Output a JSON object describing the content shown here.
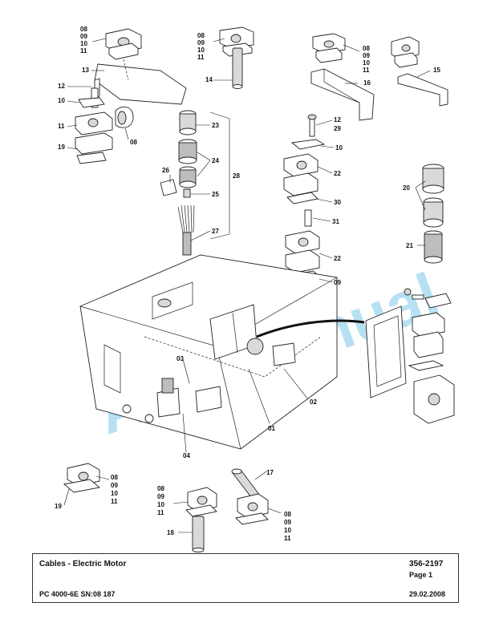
{
  "footer": {
    "title": "Cables - Electric Motor",
    "doc_number": "356-2197",
    "page": "Page 1",
    "model": "PC 4000-6E SN:08 187",
    "date": "29.02.2008"
  },
  "watermark": "AutoManual",
  "callouts": {
    "tl_08": "08",
    "tl_09": "09",
    "tl_10": "10",
    "tl_11": "11",
    "tc_08": "08",
    "tc_09": "09",
    "tc_10": "10",
    "tc_11": "11",
    "tr1_08": "08",
    "tr1_09": "09",
    "tr1_10": "10",
    "tr1_11": "11",
    "p13": "13",
    "p14": "14",
    "p16": "16",
    "p15": "15",
    "p12a": "12",
    "p10a": "10",
    "p11a": "11",
    "p08a": "08",
    "p19a": "19",
    "p23": "23",
    "p24": "24",
    "p26": "26",
    "p28": "28",
    "p25": "25",
    "p27": "27",
    "p12b": "12",
    "p29": "29",
    "p10b": "10",
    "p22a": "22",
    "p30": "30",
    "p31": "31",
    "p22b": "22",
    "p09": "09",
    "p20": "20",
    "p21": "21",
    "p03": "03",
    "p02": "02",
    "p01": "01",
    "p04": "04",
    "bl_08": "08",
    "bl_09": "09",
    "bl_10": "10",
    "bl_11": "11",
    "p19b": "19",
    "bc_08": "08",
    "bc_09": "09",
    "bc_10": "10",
    "bc_11": "11",
    "p18": "18",
    "p17": "17",
    "br_08": "08",
    "br_09": "09",
    "br_10": "10",
    "br_11": "11"
  }
}
